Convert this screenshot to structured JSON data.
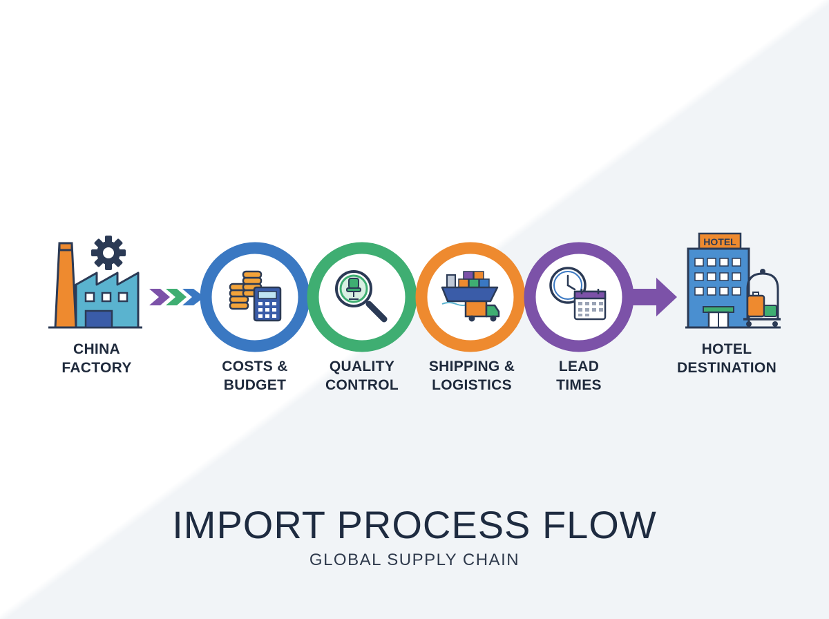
{
  "diagram": {
    "title": "IMPORT PROCESS FLOW",
    "subtitle": "GLOBAL SUPPLY CHAIN",
    "nodes": [
      {
        "id": "china-factory",
        "lines": [
          "CHINA",
          "FACTORY"
        ],
        "icon": "factory-icon"
      },
      {
        "id": "costs-budget",
        "lines": [
          "COSTS &",
          "BUDGET"
        ],
        "icon": "coins-calculator-icon",
        "ring_color": "#3a78c2"
      },
      {
        "id": "quality-control",
        "lines": [
          "QUALITY",
          "CONTROL"
        ],
        "icon": "magnifier-chair-icon",
        "ring_color": "#3fae72"
      },
      {
        "id": "shipping-logistics",
        "lines": [
          "SHIPPING &",
          "LOGISTICS"
        ],
        "icon": "ship-truck-icon",
        "ring_color": "#ee8a2f"
      },
      {
        "id": "lead-times",
        "lines": [
          "LEAD",
          "TIMES"
        ],
        "icon": "clock-calendar-icon",
        "ring_color": "#7c52a8"
      },
      {
        "id": "hotel-destination",
        "lines": [
          "HOTEL",
          "DESTINATION"
        ],
        "icon": "hotel-icon",
        "sign": "HOTEL"
      }
    ]
  },
  "colors": {
    "blue": "#3a78c2",
    "green": "#3fae72",
    "orange": "#ee8a2f",
    "purple": "#7c52a8",
    "navy": "#2b3a55",
    "teal": "#5ab3cf"
  }
}
